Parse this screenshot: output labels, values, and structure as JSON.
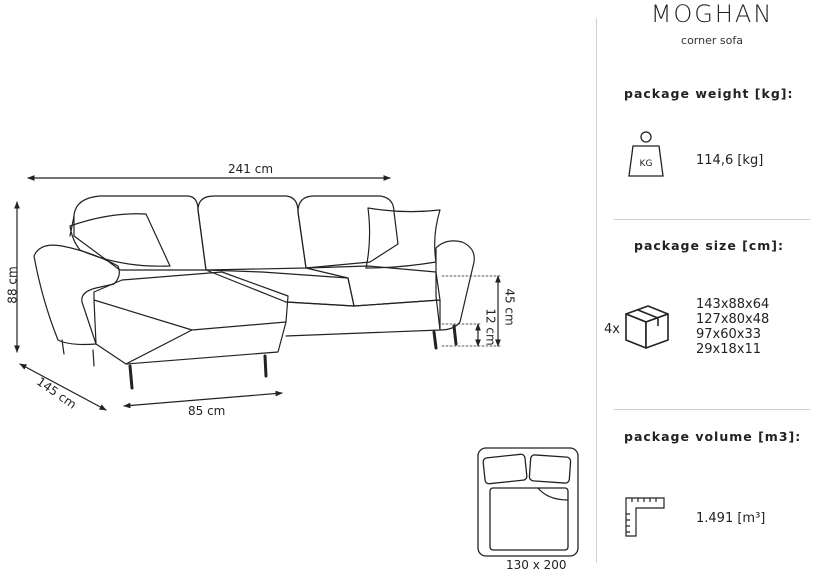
{
  "product": {
    "name": "MOGHAN",
    "type": "corner sofa"
  },
  "dimensions": {
    "width": "241 cm",
    "height": "88 cm",
    "depth": "145 cm",
    "chaise_width": "85 cm",
    "seat_height": "45 cm",
    "leg_height": "12 cm"
  },
  "package_weight": {
    "heading": "package weight [kg]:",
    "icon_label": "KG",
    "value": "114,6 [kg]"
  },
  "package_size": {
    "heading": "package size [cm]:",
    "count": "4x",
    "boxes": [
      "143x88x64",
      "127x80x48",
      "97x60x33",
      "29x18x11"
    ]
  },
  "package_volume": {
    "heading": "package volume [m3]:",
    "value": "1.491 [m³]"
  },
  "bed": {
    "size": "130 x 200"
  },
  "colors": {
    "line": "#222222",
    "divider": "#cfcfcf"
  },
  "icons": [
    "weight-icon",
    "box-icon",
    "volume-icon",
    "bed-icon"
  ]
}
